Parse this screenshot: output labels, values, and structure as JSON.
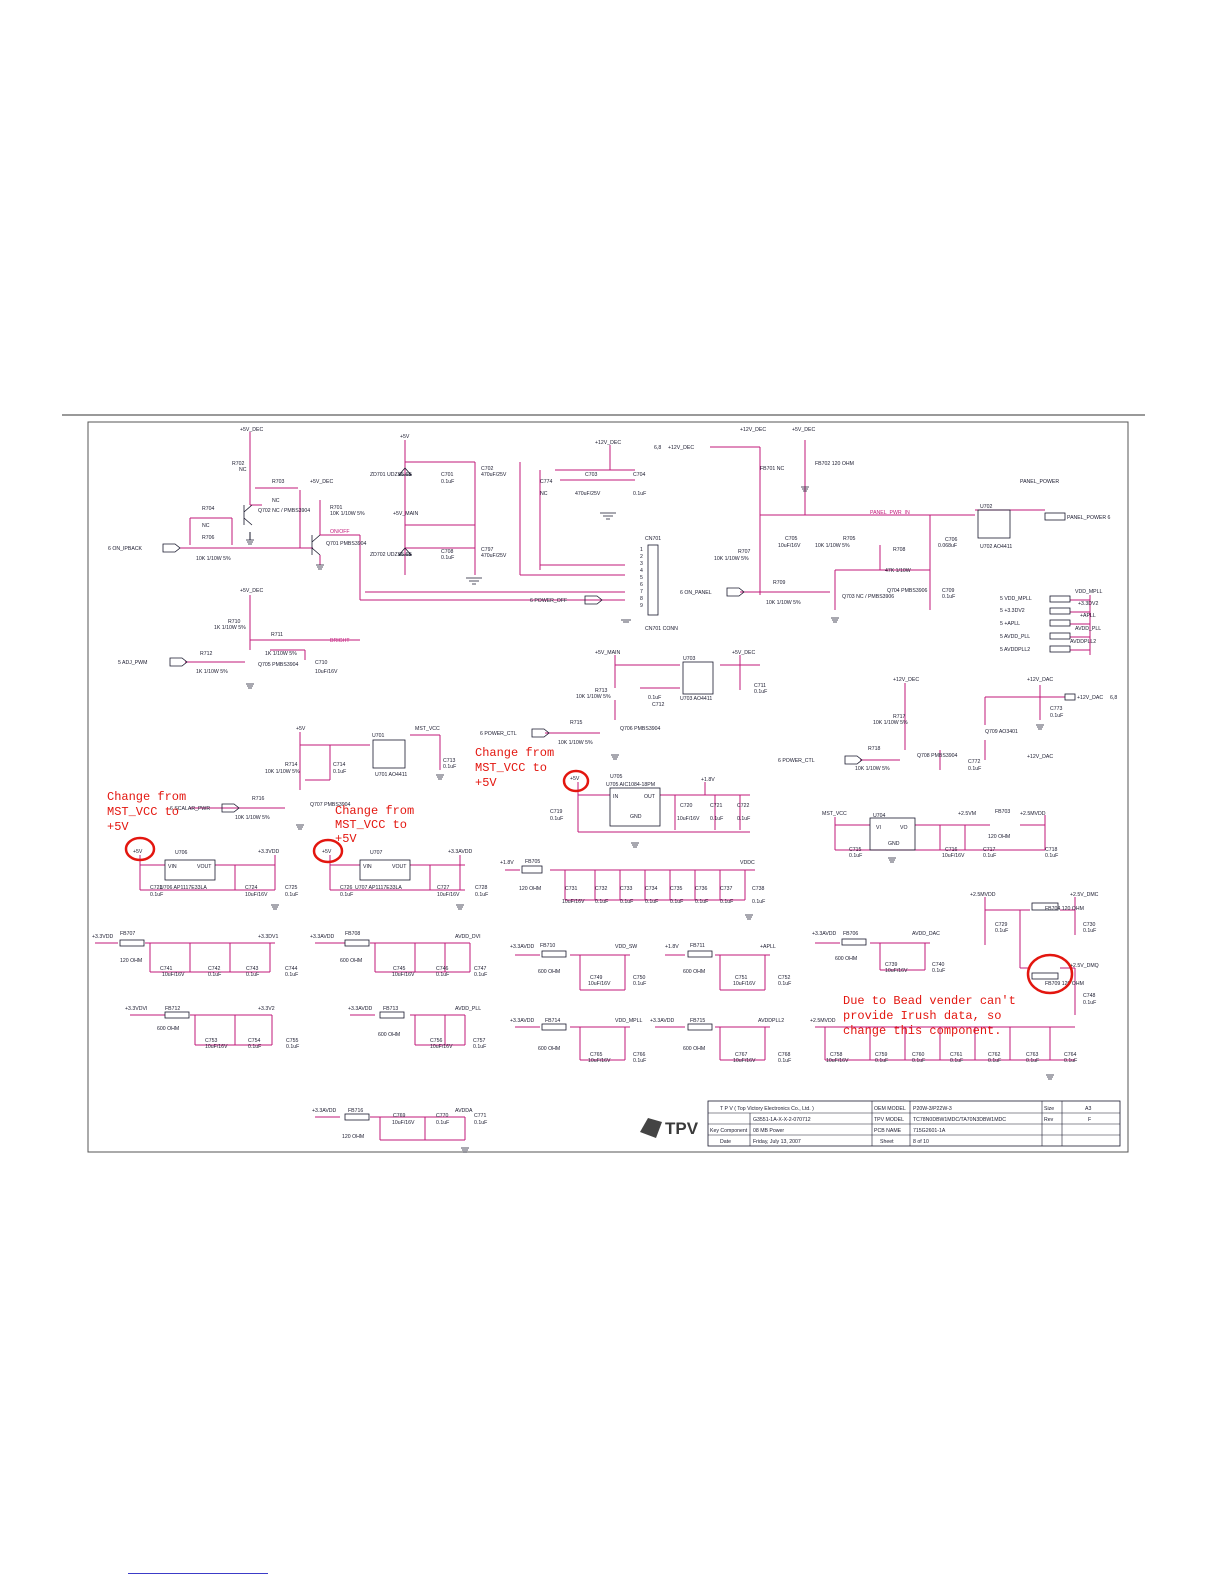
{
  "colors": {
    "wire": "#c2187a",
    "ink": "#1a1a2e",
    "note": "#e3160f",
    "frame": "#555555"
  },
  "notes": [
    {
      "lines": [
        "Change from",
        "MST_VCC to",
        "+5V"
      ]
    },
    {
      "lines": [
        "Change from",
        "MST_VCC to",
        "+5V"
      ]
    },
    {
      "lines": [
        "Change from",
        "MST_VCC to",
        "+5V"
      ]
    },
    {
      "lines": [
        "Due to Bead vender can't",
        "provide Irush data, so",
        "change this component."
      ]
    }
  ],
  "nets": [
    "+5V_DEC",
    "+5V_MAIN",
    "+5V",
    "+12V_DEC",
    "+12V_DAC",
    "MST_VCC",
    "+3.3VDD",
    "+3.3AVDD",
    "+3.3VDVI",
    "+3.3V2",
    "+1.8V",
    "VDDC",
    "+2.5VM",
    "+2.5MVDD",
    "+2.5V_DMC",
    "+2.5V_DMQ",
    "PANEL_PWR_IN",
    "PANEL_POWER",
    "ON/OFF",
    "BRIGHT",
    "AVDD_DVI",
    "AVDD_PLL",
    "AVDD_DAC",
    "AVDDA",
    "VDD_SW",
    "+APLL",
    "VDD_MPLL",
    "AVDDPLL2",
    "+3.3DV2"
  ],
  "ports": [
    "6  ON_IPBACK",
    "5  ADJ_PWM",
    "6  POWER_OFF",
    "6  ON_PANEL",
    "6  POWER_CTL",
    "6  POWER_CTL",
    "6  SCALAR_PWR",
    "PANEL_POWER  6"
  ],
  "right_ports": [
    "5  VDD_MPLL",
    "5  +3.3DV2",
    "5  +APLL",
    "5  AVDD_PLL",
    "5  AVDDPLL2"
  ],
  "parts": {
    "transistors": [
      "Q702 NC / PMBS3904",
      "Q701 PMBS3904",
      "Q705 PMBS3904",
      "Q707 PMBS3904",
      "Q706 PMBS3904",
      "Q703 NC / PMBS3906",
      "Q704 PMBS3906",
      "Q708 PMBS3904",
      "Q709 AO3401"
    ],
    "regulators": [
      "U706 AP1117E33LA",
      "U707 AP1117E33LA",
      "U705 AIC1084-18PM",
      "U704"
    ],
    "switches": [
      "U701 AO4411",
      "U702 AO4411",
      "U703 AO4411"
    ],
    "beads": [
      "FB701 NC",
      "FB702 120 OHM",
      "FB703 120 OHM",
      "FB704 120 OHM",
      "FB705 120 OHM",
      "FB706 600 OHM",
      "FB707 120 OHM",
      "FB708 600 OHM",
      "FB709 120 OHM",
      "FB710 600 OHM",
      "FB711 600 OHM",
      "FB712 600 OHM",
      "FB713 600 OHM",
      "FB714 600 OHM",
      "FB715 600 OHM",
      "FB716 120 OHM"
    ],
    "connector": "CN701 CONN",
    "zeners": [
      "ZD701 UDZS5.6B",
      "ZD702 UDZS5.6B"
    ]
  },
  "title_block": {
    "company": "T P V  ( Top  Victory  Electronics  Co.,  Ltd. )",
    "oem_model_label": "OEM MODEL",
    "oem_model": "P20W-3/P22W-3",
    "size_label": "Size",
    "size": "A3",
    "part_no": "G3551-1A-X-X-2-070712",
    "tpv_model_label": "TPV MODEL",
    "tpv_model": "TC78N0DBW1MDC/TA70N3DBW1MDC",
    "rev_label": "Rev",
    "rev": "F",
    "key_component_label": "Key Component",
    "key_component": "08 MB Power",
    "pcb_name_label": "PCB NAME",
    "pcb_name": "715G2601-1A",
    "date_label": "Date",
    "date": "Friday, July 13, 2007",
    "sheet_label": "Sheet",
    "sheet": "8   of   10",
    "logo": "TPV"
  }
}
